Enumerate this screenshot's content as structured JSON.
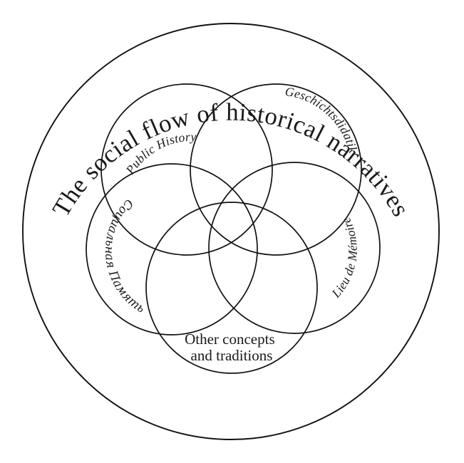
{
  "figure": {
    "title": "The social flow of historical narratives",
    "background_color": "#ffffff",
    "stroke_color": "#111111"
  },
  "outer_circle": {
    "label": "The social flow of historical narratives",
    "name": "outer-boundary-circle"
  },
  "sets": [
    {
      "id": "public-history",
      "label": "Public History",
      "position": "upper-left",
      "language": "English"
    },
    {
      "id": "geschichtsdidatik",
      "label": "Geschichtsdidatik",
      "position": "upper-right",
      "language": "German"
    },
    {
      "id": "sotsialnaya-pamyat",
      "label": "Социальная Память",
      "position": "left",
      "language": "Russian"
    },
    {
      "id": "lieu-de-memoire",
      "label": "Lieu de Mémoire",
      "position": "right",
      "language": "French"
    },
    {
      "id": "other-concepts",
      "label_line1": "Other concepts",
      "label_line2": "and traditions",
      "position": "bottom",
      "language": "English"
    }
  ]
}
